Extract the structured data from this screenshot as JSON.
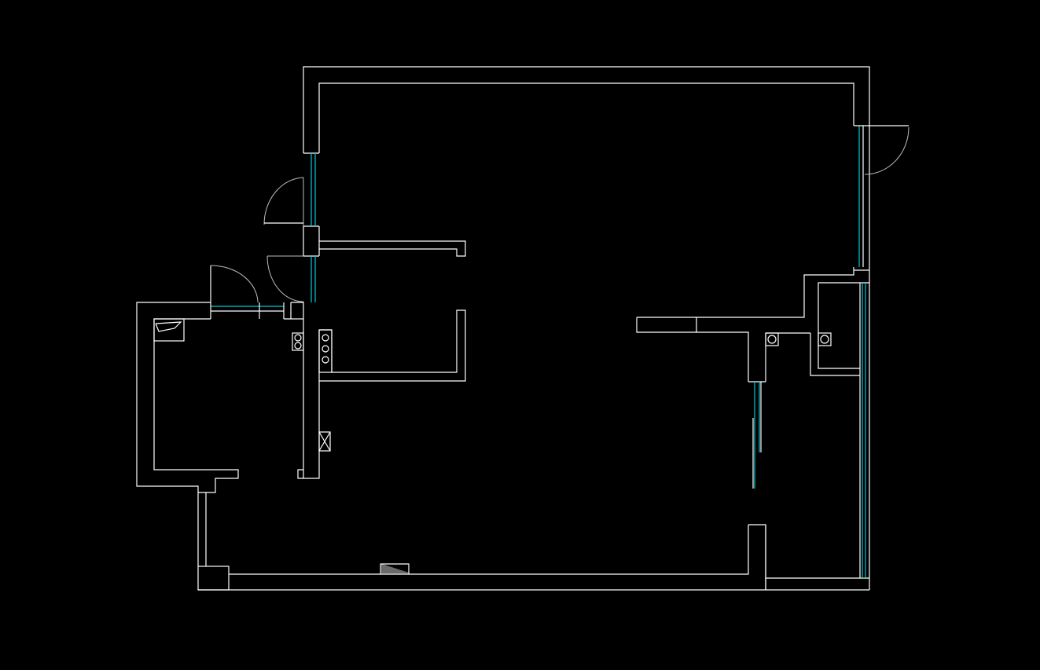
{
  "drawing": {
    "type": "architectural-floor-plan",
    "background_color": "#000000",
    "wall_color": "#ffffff",
    "glass_color": "#00c8d7",
    "door_swing_color": "#bdbdbd",
    "doors": 4,
    "windows": 4,
    "fixtures": [
      "sink-icon",
      "stove-icon",
      "floor-drain-icon",
      "vent-icon",
      "column-icon"
    ]
  }
}
